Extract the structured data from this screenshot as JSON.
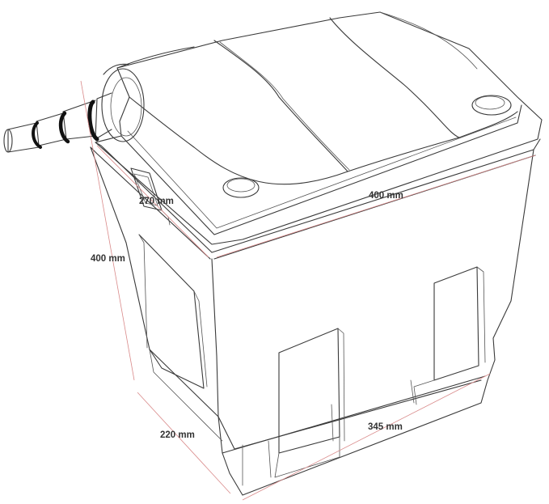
{
  "dimensions": {
    "lid_width": "270 mm",
    "lid_length": "400 mm",
    "height": "400 mm",
    "base_width": "220 mm",
    "base_length": "345 mm"
  },
  "colors": {
    "outline": "#3a3a3a",
    "dimension_line": "#d98a8a",
    "dimension_text": "#333333",
    "hose_ring": "#111111"
  }
}
